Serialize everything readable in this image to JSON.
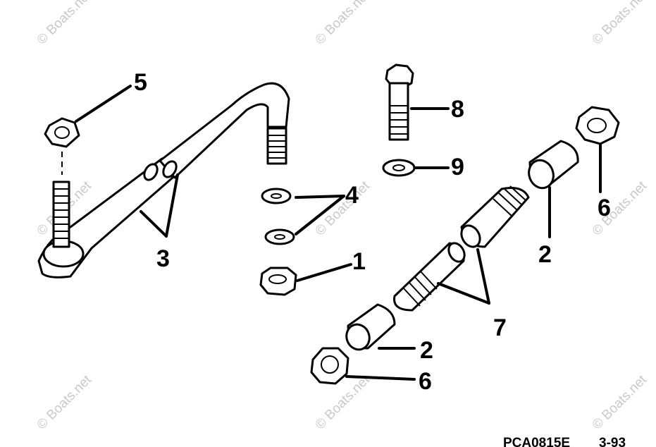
{
  "watermark": "© Boats.net",
  "callouts": {
    "c1": "1",
    "c2a": "2",
    "c2b": "2",
    "c3": "3",
    "c4": "4",
    "c5": "5",
    "c6a": "6",
    "c6b": "6",
    "c7": "7",
    "c8": "8",
    "c9": "9"
  },
  "footer": {
    "code": "PCA0815E",
    "date": "3-93"
  }
}
